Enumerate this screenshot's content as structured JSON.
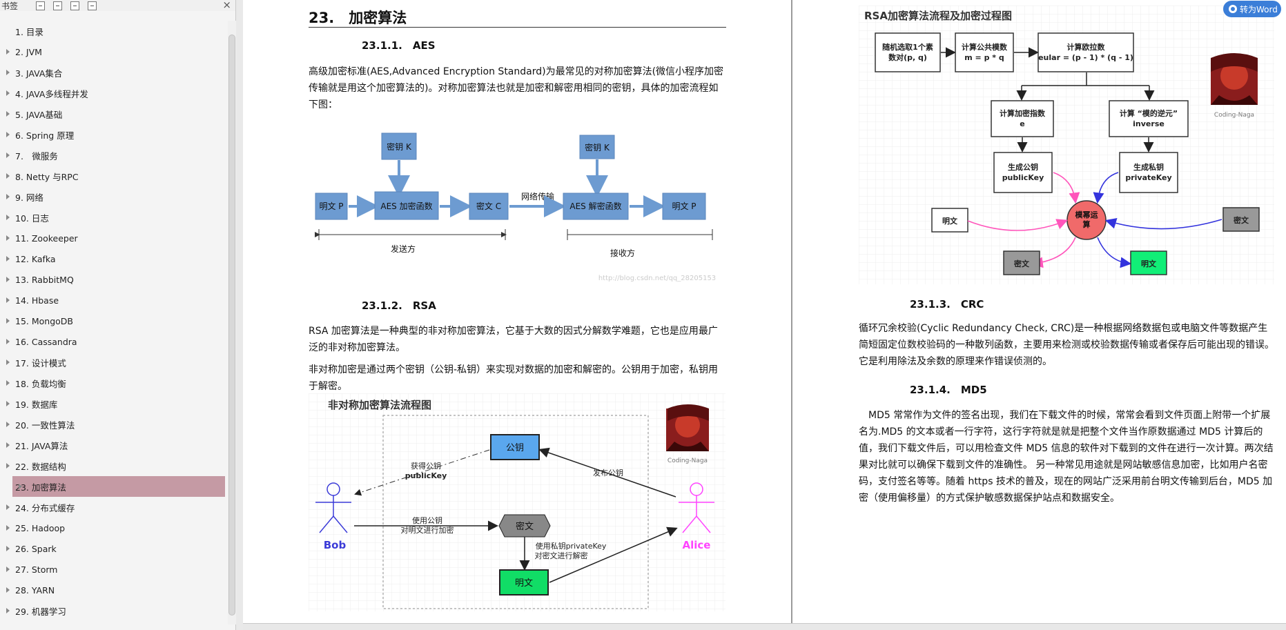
{
  "sidebar": {
    "title": "书签",
    "close": "×",
    "items": [
      {
        "label": "1. 目录",
        "expandable": false
      },
      {
        "label": "2. JVM",
        "expandable": true
      },
      {
        "label": "3. JAVA集合",
        "expandable": true
      },
      {
        "label": "4. JAVA多线程并发",
        "expandable": true
      },
      {
        "label": "5. JAVA基础",
        "expandable": true
      },
      {
        "label": "6. Spring 原理",
        "expandable": true
      },
      {
        "label": "7.　微服务",
        "expandable": true
      },
      {
        "label": "8. Netty 与RPC",
        "expandable": true
      },
      {
        "label": "9. 网络",
        "expandable": true
      },
      {
        "label": "10. 日志",
        "expandable": true
      },
      {
        "label": "11. Zookeeper",
        "expandable": true
      },
      {
        "label": "12. Kafka",
        "expandable": true
      },
      {
        "label": "13. RabbitMQ",
        "expandable": true
      },
      {
        "label": "14. Hbase",
        "expandable": true
      },
      {
        "label": "15. MongoDB",
        "expandable": true
      },
      {
        "label": "16. Cassandra",
        "expandable": true
      },
      {
        "label": "17. 设计模式",
        "expandable": true
      },
      {
        "label": "18. 负载均衡",
        "expandable": true
      },
      {
        "label": "19. 数据库",
        "expandable": true
      },
      {
        "label": "20. 一致性算法",
        "expandable": true
      },
      {
        "label": "21. JAVA算法",
        "expandable": true
      },
      {
        "label": "22. 数据结构",
        "expandable": true
      },
      {
        "label": "23. 加密算法",
        "expandable": true,
        "active": true
      },
      {
        "label": "24. 分布式缓存",
        "expandable": true
      },
      {
        "label": "25. Hadoop",
        "expandable": true
      },
      {
        "label": "26. Spark",
        "expandable": true
      },
      {
        "label": "27. Storm",
        "expandable": true
      },
      {
        "label": "28. YARN",
        "expandable": true
      },
      {
        "label": "29. 机器学习",
        "expandable": true
      }
    ]
  },
  "toolbar": {
    "word_label": "转为Word"
  },
  "doc": {
    "chapter_title": "23.　加密算法",
    "aes": {
      "heading": "23.1.1.　AES",
      "para": "高级加密标准(AES,Advanced Encryption Standard)为最常见的对称加密算法(微信小程序加密传输就是用这个加密算法的)。对称加密算法也就是加密和解密用相同的密钥，具体的加密流程如下图：",
      "fig": {
        "key1": "密钥 K",
        "key2": "密钥 K",
        "plain1": "明文 P",
        "enc": "AES 加密函数",
        "cipher": "密文  C",
        "net": "网络传输",
        "dec": "AES 解密函数",
        "plain2": "明文 P",
        "sender": "发送方",
        "receiver": "接收方",
        "watermark": "http://blog.csdn.net/qq_28205153"
      }
    },
    "rsa": {
      "heading": "23.1.2.　RSA",
      "para1": "RSA 加密算法是一种典型的非对称加密算法，它基于大数的因式分解数学难题，它也是应用最广泛的非对称加密算法。",
      "para2": "非对称加密是通过两个密钥（公钥-私钥）来实现对数据的加密和解密的。公钥用于加密，私钥用于解密。",
      "fig": {
        "title": "非对称加密算法流程图",
        "pubkey": "公钥",
        "get_pub1": "获得公钥",
        "get_pub2": "publicKey",
        "publish": "发布公钥",
        "use_pub1": "使用公钥",
        "use_pub2": "对明文进行加密",
        "cipher": "密文",
        "use_priv1": "使用私钥privateKey",
        "use_priv2": "对密文进行解密",
        "plain": "明文",
        "bob": "Bob",
        "alice": "Alice",
        "avatar_caption": "Coding-Naga"
      }
    },
    "rsa_flow": {
      "title": "RSA加密算法流程及加密过程图",
      "b1a": "随机选取1个素",
      "b1b": "数对(p, q)",
      "b2a": "计算公共模数",
      "b2b": "m = p * q",
      "b3a": "计算欧拉数",
      "b3b": "eular = (p - 1) * (q - 1)",
      "b4a": "计算加密指数",
      "b4b": "e",
      "b5a": "计算 “模的逆元”",
      "b5b": "inverse",
      "b6a": "生成公钥",
      "b6b": "publicKey",
      "b7a": "生成私钥",
      "b7b": "privateKey",
      "center_a": "模幂运",
      "center_b": "算",
      "plain_in": "明文",
      "cipher_in": "密文",
      "cipher_out": "密文",
      "plain_out": "明文",
      "avatar_caption": "Coding-Naga"
    },
    "crc": {
      "heading": "23.1.3.　CRC",
      "para": "循环冗余校验(Cyclic Redundancy Check, CRC)是一种根据网络数据包或电脑文件等数据产生简短固定位数校验码的一种散列函数，主要用来检测或校验数据传输或者保存后可能出现的错误。它是利用除法及余数的原理来作错误侦测的。"
    },
    "md5": {
      "heading": "23.1.4.　MD5",
      "para": "　MD5 常常作为文件的签名出现，我们在下载文件的时候，常常会看到文件页面上附带一个扩展名为.MD5 的文本或者一行字符，这行字符就是就是把整个文件当作原数据通过 MD5 计算后的值，我们下载文件后，可以用检查文件 MD5 信息的软件对下载到的文件在进行一次计算。两次结果对比就可以确保下载到文件的准确性。 另一种常见用途就是网站敏感信息加密，比如用户名密码，支付签名等等。随着 https 技术的普及，现在的网站广泛采用前台明文传输到后台，MD5 加密（使用偏移量）的方式保护敏感数据保护站点和数据安全。"
    }
  },
  "colors": {
    "accent": "#3b7ed8",
    "active_bookmark": "#c59aa4",
    "aes_box": "#6d9bd1",
    "rsa_pub": "#5aa7ee",
    "rsa_plain": "#11dd66",
    "rsa_center": "#f06a6a"
  }
}
